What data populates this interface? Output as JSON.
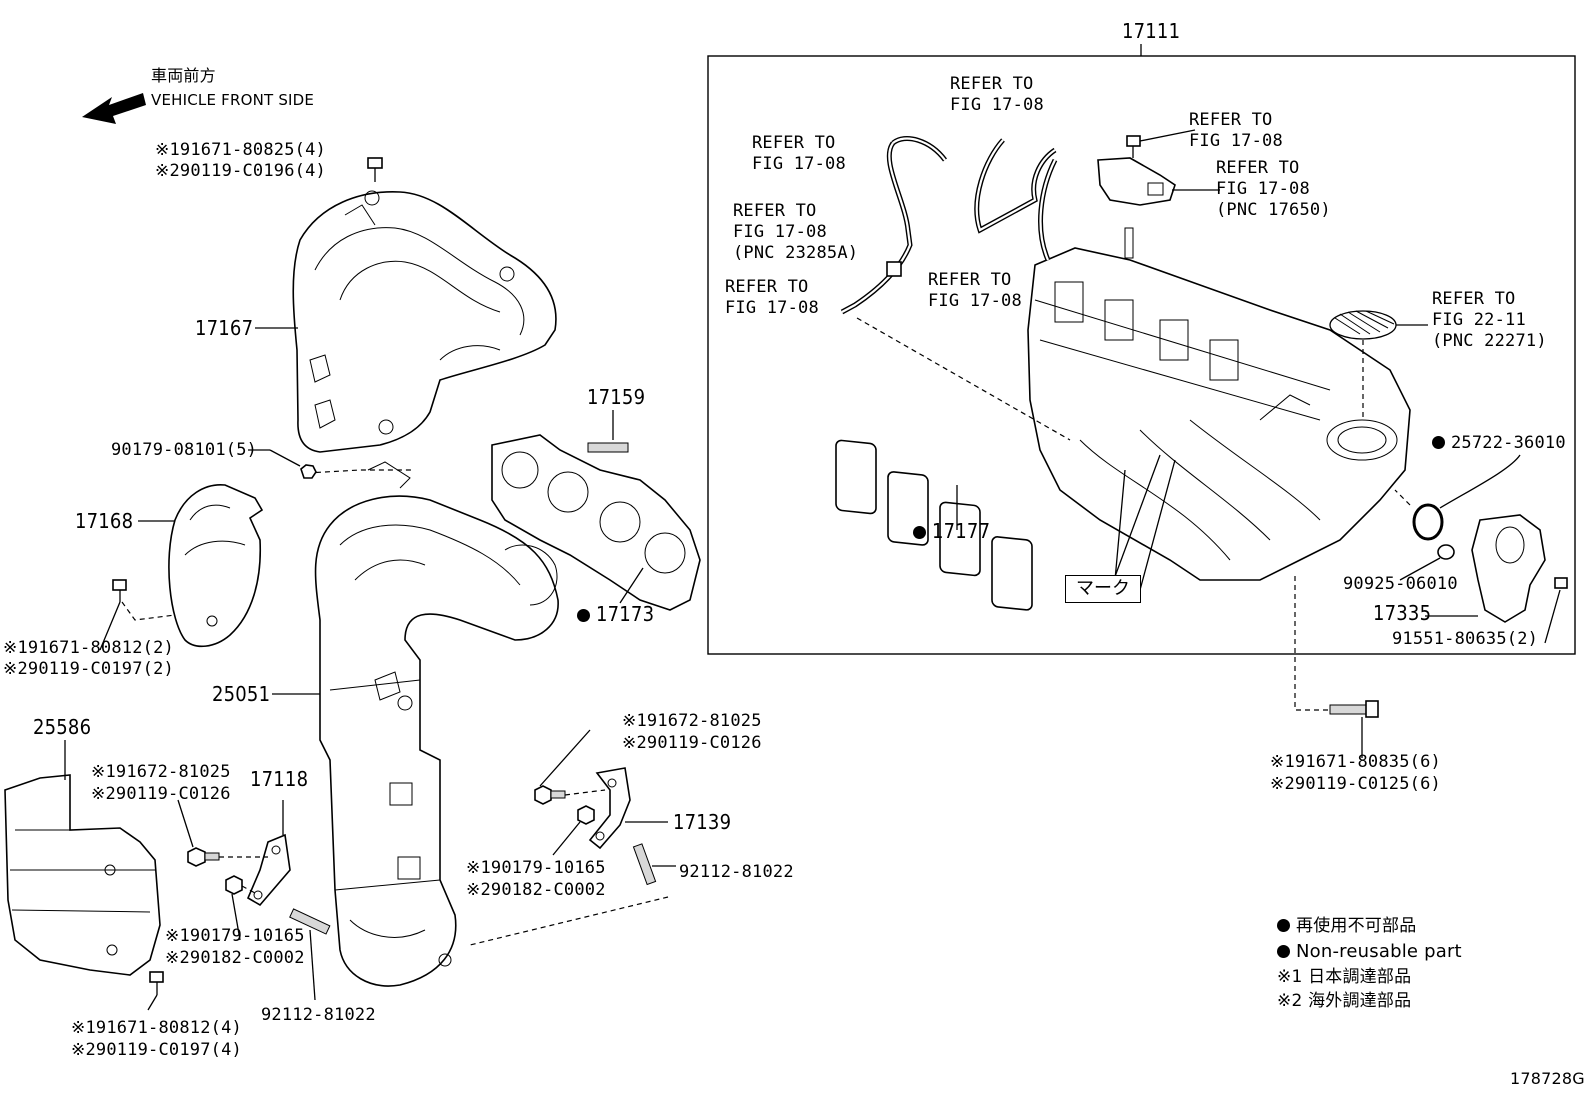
{
  "front_side": {
    "jp": "車両前方",
    "en": "VEHICLE FRONT SIDE"
  },
  "labels": {
    "p17111": "17111",
    "p17167": "17167",
    "p17159": "17159",
    "p17168": "17168",
    "p17173": "17173",
    "p17177": "17177",
    "p25051": "25051",
    "p25586": "25586",
    "p17118": "17118",
    "p17139": "17139",
    "p17335": "17335",
    "p92112a": "92112-81022",
    "p92112b": "92112-81022",
    "p90179_08101": "90179-08101(5)",
    "p25722": "25722-36010",
    "p90925": "90925-06010",
    "p91551": "91551-80635(2)",
    "bolt_top_1": "※191671-80825(4)",
    "bolt_top_2": "※290119-C0196(4)",
    "bolt_17168_1": "※191671-80812(2)",
    "bolt_17168_2": "※290119-C0197(2)",
    "bolt_25586_1": "※191671-80812(4)",
    "bolt_25586_2": "※290119-C0197(4)",
    "bolt_17118_1": "※191672-81025",
    "bolt_17118_2": "※290119-C0126",
    "nut_17118_1": "※190179-10165",
    "nut_17118_2": "※290182-C0002",
    "bolt_17139_1": "※191672-81025",
    "bolt_17139_2": "※290119-C0126",
    "nut_17139_1": "※190179-10165",
    "nut_17139_2": "※290182-C0002",
    "bolt_manifold_1": "※191671-80835(6)",
    "bolt_manifold_2": "※290119-C0125(6)",
    "mark": "マーク",
    "figure_id": "178728G"
  },
  "refer": {
    "r1": "REFER TO\nFIG 17-08",
    "r2": "REFER TO\nFIG 17-08",
    "r3": "REFER TO\nFIG 17-08\n(PNC 23285A)",
    "r4": "REFER TO\nFIG 17-08",
    "r5": "REFER TO\nFIG 17-08",
    "r6": "REFER TO\nFIG 17-08",
    "r7": "REFER TO\nFIG 17-08\n(PNC 17650)",
    "r8": "REFER TO\nFIG 22-11\n(PNC 22271)"
  },
  "legend": {
    "non_reusable_jp": "再使用不可部品",
    "non_reusable_en": "Non-reusable part",
    "note1": "※1 日本調達部品",
    "note2": "※2 海外調達部品"
  }
}
